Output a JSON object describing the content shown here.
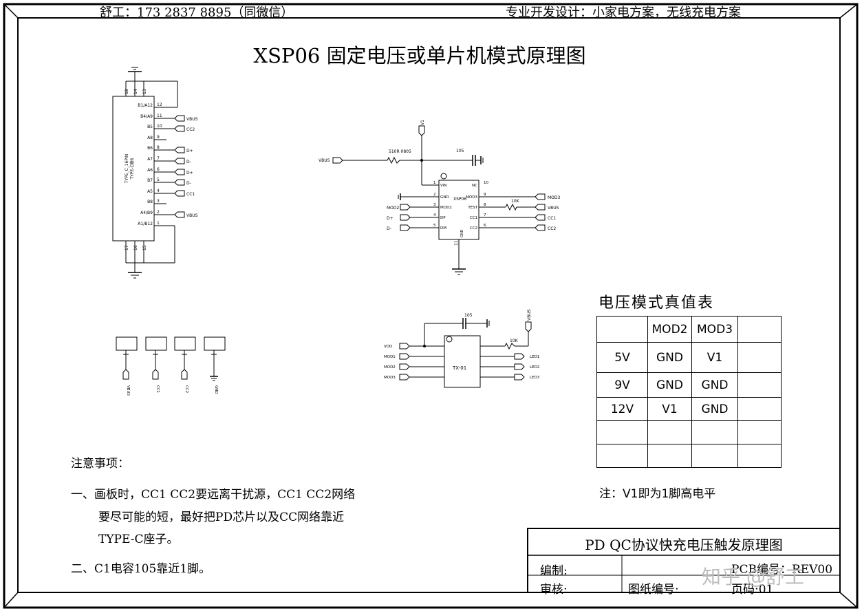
{
  "header": {
    "left": "舒工：173 2837 8895（同微信）",
    "right": "专业开发设计：小家电方案，无线充电方案"
  },
  "title": "XSP06 固定电压或单片机模式原理图",
  "usb_connector": {
    "name_line1": "TYPE_C_16PIN",
    "name_line2": "TYPE-C座6",
    "top_pins": [
      "18",
      "14",
      "13"
    ],
    "bottom_pins": [
      "17",
      "16",
      "15"
    ],
    "pins": [
      {
        "name": "B1/A12",
        "num": "12",
        "net": ""
      },
      {
        "name": "B4/A9",
        "num": "11",
        "net": "VBUS"
      },
      {
        "name": "B5",
        "num": "10",
        "net": "CC2"
      },
      {
        "name": "A8",
        "num": "9",
        "net": ""
      },
      {
        "name": "B6",
        "num": "8",
        "net": "D+"
      },
      {
        "name": "A7",
        "num": "7",
        "net": "D-"
      },
      {
        "name": "A6",
        "num": "6",
        "net": "D+"
      },
      {
        "name": "B7",
        "num": "5",
        "net": "D-"
      },
      {
        "name": "A5",
        "num": "4",
        "net": "CC1"
      },
      {
        "name": "B8",
        "num": "3",
        "net": ""
      },
      {
        "name": "A4/B9",
        "num": "2",
        "net": "VBUS"
      },
      {
        "name": "A1/B12",
        "num": "1",
        "net": ""
      }
    ]
  },
  "xsp06": {
    "chip_name": "XSP06",
    "v1_label": "V1",
    "vbus_label": "VBUS",
    "resistor_label": "510R 0805",
    "cap_label": "105",
    "test_res_label": "10K",
    "left_pins": [
      {
        "num": "1",
        "name": "VIN",
        "net": ""
      },
      {
        "num": "2",
        "name": "GND",
        "net": ""
      },
      {
        "num": "3",
        "name": "MOD2",
        "net": "MOD2"
      },
      {
        "num": "4",
        "name": "DP",
        "net": "D+"
      },
      {
        "num": "5",
        "name": "DM",
        "net": "D-"
      }
    ],
    "right_pins": [
      {
        "num": "10",
        "name": "NC",
        "net": ""
      },
      {
        "num": "9",
        "name": "MOD3",
        "net": "MOD3"
      },
      {
        "num": "8",
        "name": "TEST",
        "net": "VBUS"
      },
      {
        "num": "7",
        "name": "CC1",
        "net": "CC1"
      },
      {
        "num": "6",
        "name": "CC2",
        "net": "CC2"
      }
    ],
    "bottom_pin": {
      "num": "11",
      "name": "GND"
    }
  },
  "net_ports": [
    "VBUS",
    "CC1",
    "CC2",
    "GND"
  ],
  "tx01": {
    "chip_name": "TX-01",
    "cap_label": "105",
    "res_label": "10K",
    "vbus_label": "VBUS",
    "left_nets": [
      "VDD",
      "MOD1",
      "MOD2",
      "MOD3"
    ],
    "right_nets": [
      "LED1",
      "LED2",
      "LED3"
    ]
  },
  "truth_table": {
    "title": "电压模式真值表",
    "headers": [
      "",
      "MOD2",
      "MOD3",
      ""
    ],
    "rows": [
      [
        "5V",
        "GND",
        "V1",
        ""
      ],
      [
        "9V",
        "GND",
        "GND",
        ""
      ],
      [
        "12V",
        "V1",
        "GND",
        ""
      ],
      [
        "",
        "",
        "",
        ""
      ],
      [
        "",
        "",
        "",
        ""
      ]
    ],
    "note": "注：V1即为1脚高电平"
  },
  "notes": {
    "title": "注意事项：",
    "item1_line1": "一、画板时，CC1 CC2要远离干扰源，CC1  CC2网络",
    "item1_line2": "要尽可能的短，最好把PD芯片以及CC网络靠近",
    "item1_line3": "TYPE-C座子。",
    "item2": "二、C1电容105靠近1脚。"
  },
  "title_block": {
    "name": "PD QC协议快充电压触发原理图",
    "editor_label": "编制:",
    "reviewer_label": "审核:",
    "pcb_label": "PCB编号：REV00",
    "drawing_label": "图纸编号:",
    "page_label": "页码:01"
  },
  "watermark": "知乎 @舒工"
}
